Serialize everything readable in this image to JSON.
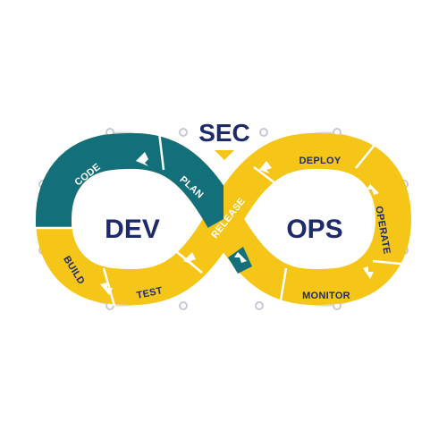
{
  "header": {
    "sec": "SEC"
  },
  "centers": {
    "left": "DEV",
    "right": "OPS"
  },
  "stages": {
    "code": "CODE",
    "plan": "PLAN",
    "build": "BUILD",
    "test": "TEST",
    "release": "RELEASE",
    "deploy": "DEPLOY",
    "operate": "OPERATE",
    "monitor": "MONITOR"
  },
  "colors": {
    "teal": "#13707a",
    "yellow": "#f5c518",
    "navy": "#1f2a6b",
    "ring": "#d9d9e2",
    "arrow": "#ffffff"
  },
  "icons": [
    "chevron-arrow-icon",
    "pointer-triangle-icon",
    "ring-dot-icon"
  ]
}
